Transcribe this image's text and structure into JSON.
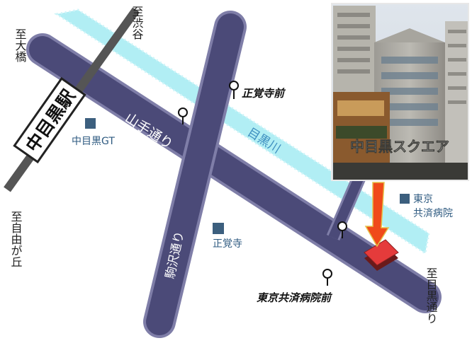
{
  "colors": {
    "road": "#4b4a78",
    "road_edge": "#7f7ea8",
    "river": "#a9ecf3",
    "river_label": "#3f8fc0",
    "station_outline": "#222222",
    "building_marker": "#3c5f7e",
    "building_label": "#2e5a80",
    "destination": "#e53b3b",
    "arrow": "#f04a1a"
  },
  "station": {
    "label": "中目黒駅",
    "icon": "station-box-icon"
  },
  "directions": {
    "shibuya": "至渋谷",
    "ohashi": "至大橋",
    "jiyugaoka": "至自由が丘",
    "meguro_dori": "至目黒通り"
  },
  "roads": {
    "yamate": "山手通り",
    "komazawa": "駒沢通り"
  },
  "river": {
    "label": "目黒川"
  },
  "bus_stops": {
    "shokakuji_mae": "正覚寺前",
    "kyosai_byoin_mae": "東京共済病院前",
    "icon": "bus-stop-icon"
  },
  "landmarks": {
    "gt": "中目黒GT",
    "shokakuji": "正覚寺",
    "kyosai_line1": "東京",
    "kyosai_line2": "共済病院"
  },
  "photo": {
    "caption": "中目黒スクエア"
  }
}
